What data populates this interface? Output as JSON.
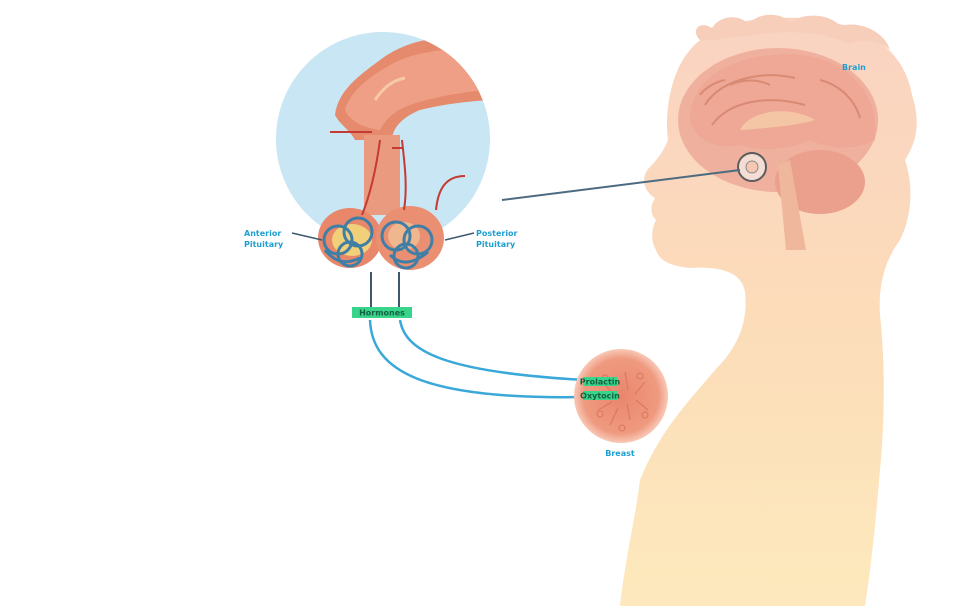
{
  "labels": {
    "brain": "Brain",
    "anterior_line1": "Anterior",
    "anterior_line2": "Pituitary",
    "posterior_line1": "Posterior",
    "posterior_line2": "Pituitary",
    "hormones": "Hormones",
    "breast": "Breast",
    "hormone_a": "Prolactin",
    "hormone_b": "Oxytocin"
  },
  "colors": {
    "label_text": "#1f9fd0",
    "hormone_tag": "#39d48c",
    "connector": "#3aa8d8",
    "body_top": "#f9d5c0",
    "body_bottom": "#fde6b8",
    "zoom_circle": "#c8e6f3",
    "gland": "#e58a6c",
    "brain": "#f0b39e"
  }
}
